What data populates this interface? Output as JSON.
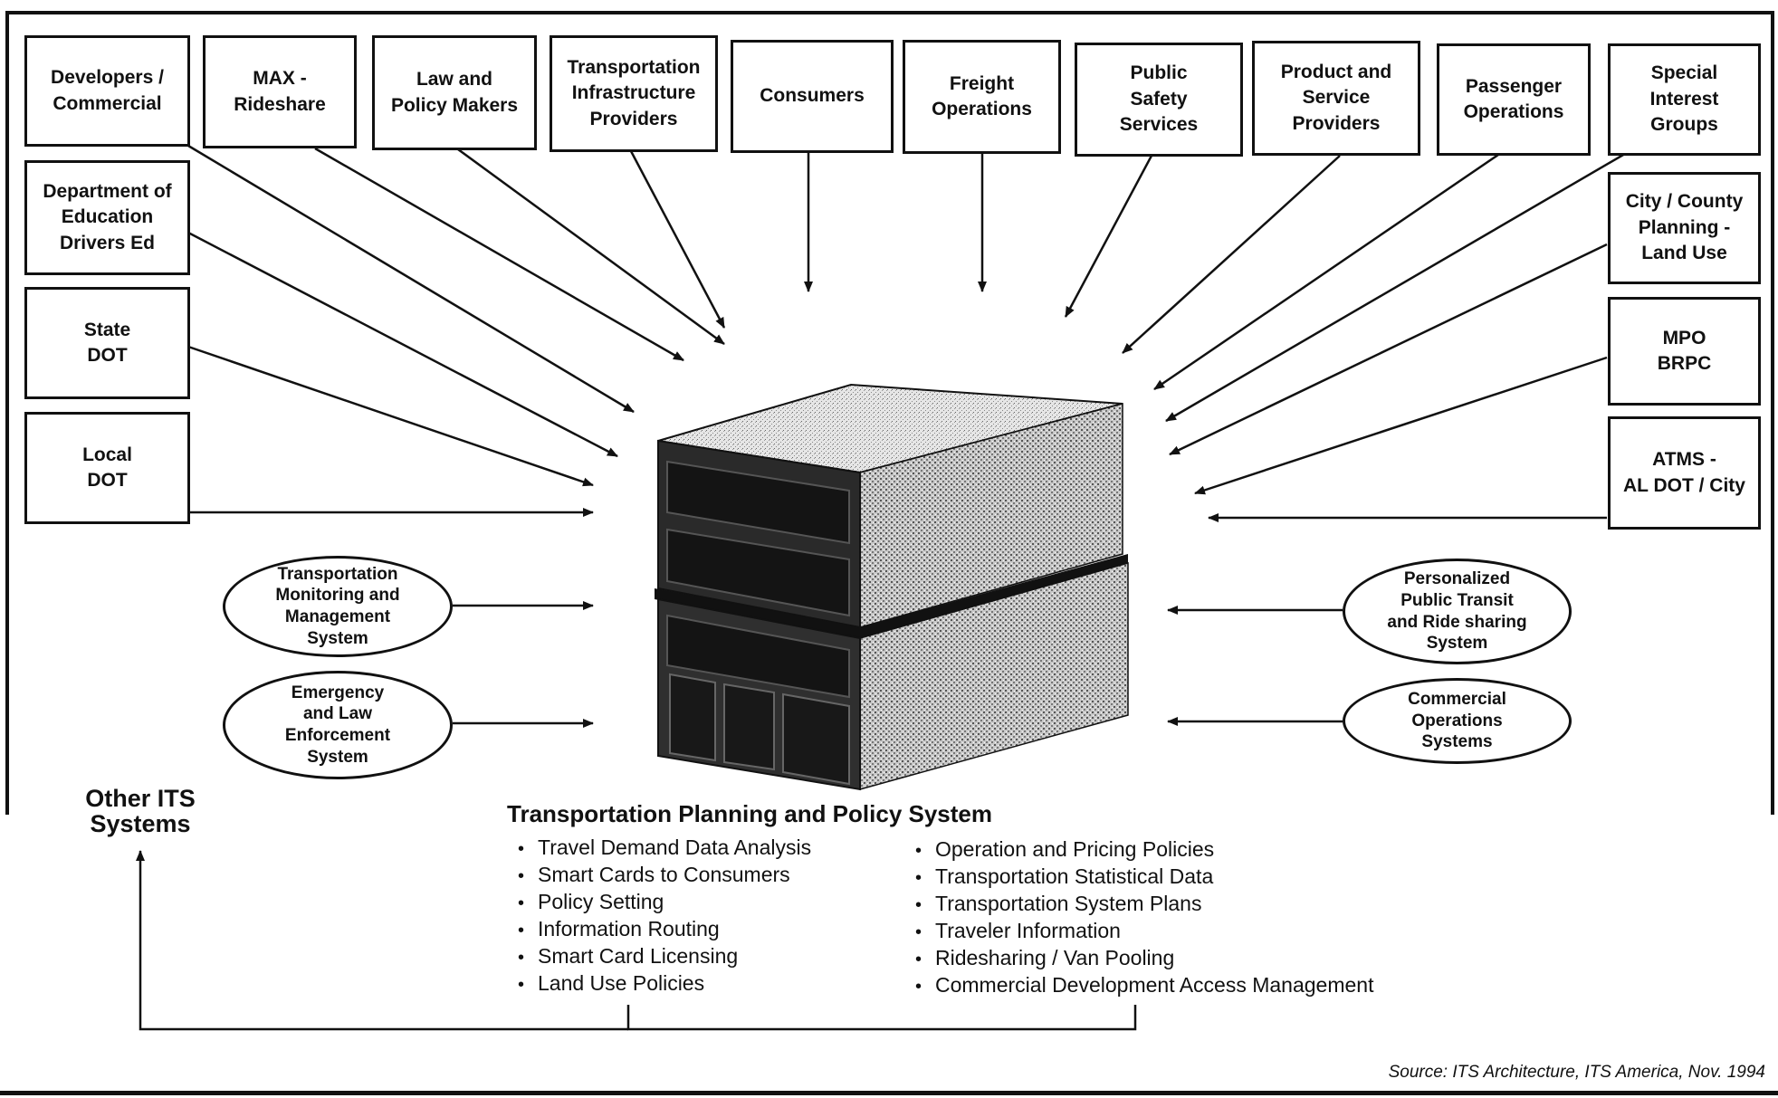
{
  "top_boxes": [
    {
      "id": "developers",
      "label": "Developers /\nCommercial"
    },
    {
      "id": "max",
      "label": "MAX -\nRideshare"
    },
    {
      "id": "law",
      "label": "Law and\nPolicy Makers"
    },
    {
      "id": "infra",
      "label": "Transportation\nInfrastructure\nProviders"
    },
    {
      "id": "consumers",
      "label": "Consumers"
    },
    {
      "id": "freight",
      "label": "Freight\nOperations"
    },
    {
      "id": "safety",
      "label": "Public\nSafety\nServices"
    },
    {
      "id": "product",
      "label": "Product and\nService\nProviders"
    },
    {
      "id": "passenger",
      "label": "Passenger\nOperations"
    },
    {
      "id": "special",
      "label": "Special\nInterest\nGroups"
    }
  ],
  "left_boxes": [
    {
      "id": "education",
      "label": "Department of\nEducation\nDrivers Ed"
    },
    {
      "id": "state-dot",
      "label": "State\nDOT"
    },
    {
      "id": "local-dot",
      "label": "Local\nDOT"
    }
  ],
  "right_boxes": [
    {
      "id": "city-county",
      "label": "City / County\nPlanning -\nLand Use"
    },
    {
      "id": "mpo",
      "label": "MPO\nBRPC"
    },
    {
      "id": "atms",
      "label": "ATMS -\nAL DOT / City"
    }
  ],
  "ovals_left": [
    {
      "id": "monitoring",
      "label": "Transportation\nMonitoring and\nManagement\nSystem"
    },
    {
      "id": "emergency",
      "label": "Emergency\nand Law\nEnforcement\nSystem"
    }
  ],
  "ovals_right": [
    {
      "id": "personalized",
      "label": "Personalized\nPublic Transit\nand Ride sharing\nSystem"
    },
    {
      "id": "commercial-ops",
      "label": "Commercial\nOperations\nSystems"
    }
  ],
  "center_title": "Transportation Planning and Policy System",
  "bullets_left": [
    "Travel Demand Data Analysis",
    "Smart Cards to Consumers",
    "Policy Setting",
    "Information Routing",
    "Smart Card Licensing",
    "Land Use Policies"
  ],
  "bullets_right": [
    "Operation and Pricing Policies",
    "Transportation Statistical Data",
    "Transportation System Plans",
    "Traveler Information",
    "Ridesharing / Van Pooling",
    "Commercial Development Access Management"
  ],
  "other_its": "Other ITS\nSystems",
  "source": "Source: ITS Architecture, ITS America, Nov. 1994"
}
